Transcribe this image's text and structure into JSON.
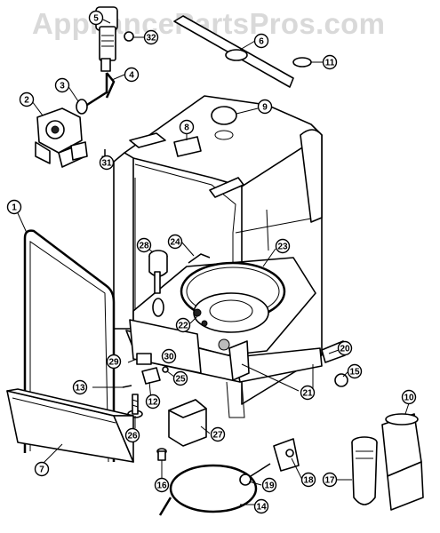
{
  "watermark": "AppliancePartsPros.com",
  "callouts": [
    {
      "label": "5"
    },
    {
      "label": "32"
    },
    {
      "label": "6"
    },
    {
      "label": "11"
    },
    {
      "label": "4"
    },
    {
      "label": "3"
    },
    {
      "label": "2"
    },
    {
      "label": "9"
    },
    {
      "label": "8"
    },
    {
      "label": "31"
    },
    {
      "label": "1"
    },
    {
      "label": "28"
    },
    {
      "label": "24"
    },
    {
      "label": "23"
    },
    {
      "label": "22"
    },
    {
      "label": "20"
    },
    {
      "label": "29"
    },
    {
      "label": "30"
    },
    {
      "label": "25"
    },
    {
      "label": "15"
    },
    {
      "label": "13"
    },
    {
      "label": "12"
    },
    {
      "label": "21"
    },
    {
      "label": "26"
    },
    {
      "label": "27"
    },
    {
      "label": "10"
    },
    {
      "label": "7"
    },
    {
      "label": "16"
    },
    {
      "label": "19"
    },
    {
      "label": "18"
    },
    {
      "label": "17"
    },
    {
      "label": "14"
    }
  ]
}
